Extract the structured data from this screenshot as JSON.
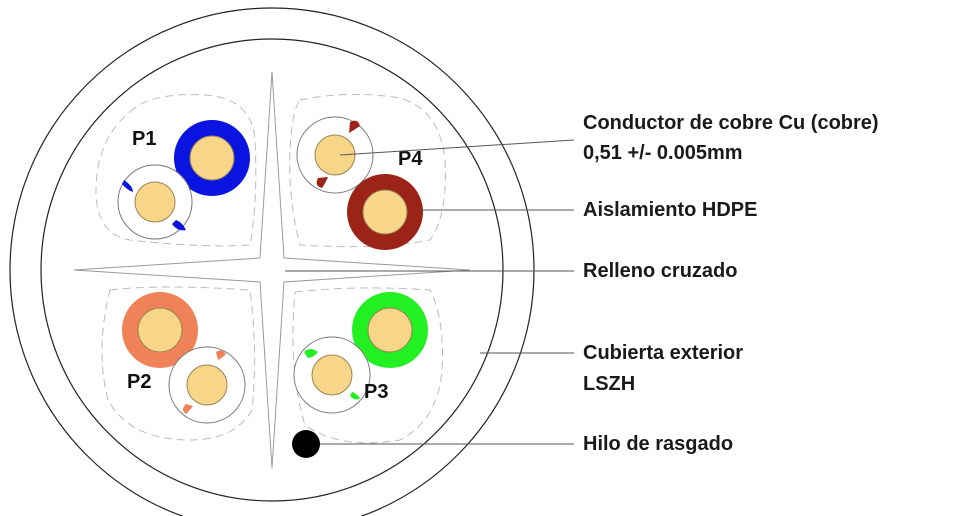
{
  "pairs": [
    {
      "label": "P1",
      "color": "#0a14e0",
      "stripe_color": "#0a14e0"
    },
    {
      "label": "P2",
      "color": "#f08258",
      "stripe_color": "#f08258"
    },
    {
      "label": "P3",
      "color": "#22f022",
      "stripe_color": "#22f022"
    },
    {
      "label": "P4",
      "color": "#9b2318",
      "stripe_color": "#9b2318"
    }
  ],
  "conductor_color": "#f7d68a",
  "callouts": {
    "conductor_line1": "Conductor de cobre Cu (cobre)",
    "conductor_line2": "0,51 +/- 0.005mm",
    "insulation": "Aislamiento HDPE",
    "filler": "Relleno cruzado",
    "jacket_line1": "Cubierta exterior",
    "jacket_line2": "LSZH",
    "ripcord": "Hilo de rasgado"
  }
}
